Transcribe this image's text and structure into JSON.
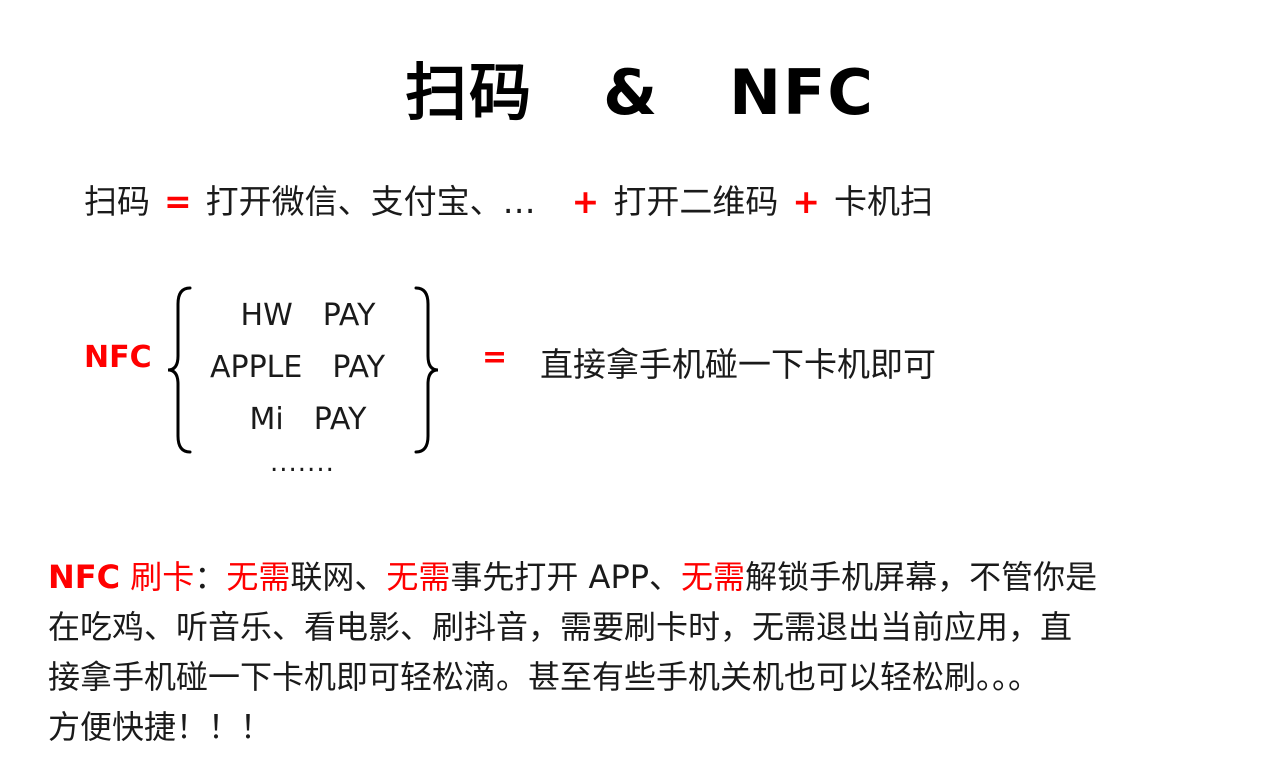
{
  "title": {
    "left": "扫码",
    "amp": "&",
    "right": "NFC"
  },
  "scan": {
    "label": "扫码",
    "eq": "=",
    "step1": "打开微信、支付宝、…",
    "plus1": "+",
    "step2": "打开二维码",
    "plus2": "+",
    "step3": "卡机扫"
  },
  "nfc": {
    "label": "NFC",
    "pay_items": [
      "HW　PAY",
      "APPLE　PAY",
      "Mi　PAY"
    ],
    "more": ".......",
    "eq": "=",
    "result": "直接拿手机碰一下卡机即可"
  },
  "paragraph": {
    "lead": "NFC",
    "lead_cn": "刷卡",
    "colon": "：",
    "no_need_1": "无需",
    "t1": "联网、",
    "no_need_2": "无需",
    "t2": "事先打开 APP、",
    "no_need_3": "无需",
    "t3": "解锁手机屏幕，不管你是",
    "line2": "在吃鸡、听音乐、看电影、刷抖音，需要刷卡时，无需退出当前应用，直",
    "line3": "接拿手机碰一下卡机即可轻松滴。甚至有些手机关机也可以轻松刷。。。",
    "line4": "方便快捷！！！"
  },
  "colors": {
    "accent": "#ff0000",
    "text": "#1a1a1a"
  }
}
